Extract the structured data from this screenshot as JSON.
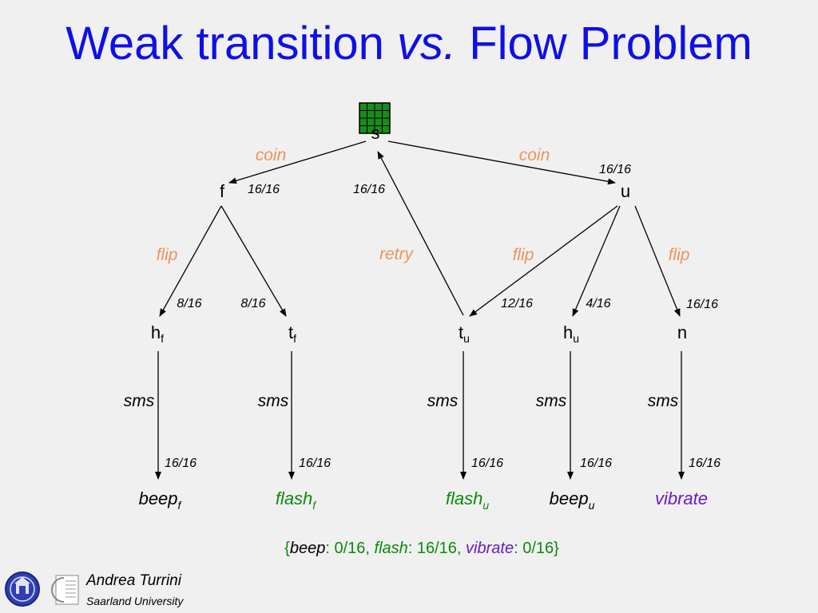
{
  "title": {
    "part1": "Weak transition ",
    "part2": "vs.",
    "part3": " Flow Problem"
  },
  "colors": {
    "title": "#0f0fe8",
    "action": "#f0925a",
    "flash": "#0a8a0a",
    "vibrate": "#6a1bbf",
    "start_marker": "#1a8c1a"
  },
  "nodes": {
    "s": "s",
    "f": "f",
    "u": "u",
    "hf_base": "h",
    "hf_sub": "f",
    "tf_base": "t",
    "tf_sub": "f",
    "tu_base": "t",
    "tu_sub": "u",
    "hu_base": "h",
    "hu_sub": "u",
    "n": "n",
    "beepf_base": "beep",
    "beepf_sub": "f",
    "flashf_base": "flash",
    "flashf_sub": "f",
    "flashu_base": "flash",
    "flashu_sub": "u",
    "beepu_base": "beep",
    "beepu_sub": "u",
    "vibrate": "vibrate"
  },
  "actions": {
    "coin_left": "coin",
    "coin_right": "coin",
    "flip_f": "flip",
    "retry": "retry",
    "flip_u_mid": "flip",
    "flip_u_right": "flip",
    "sms_hf": "sms",
    "sms_tf": "sms",
    "sms_tu": "sms",
    "sms_hu": "sms",
    "sms_n": "sms"
  },
  "flows": {
    "s_f": "16/16",
    "s_u": "16/16",
    "tu_s": "16/16",
    "f_hf": "8/16",
    "f_tf": "8/16",
    "u_tu": "12/16",
    "u_hu": "4/16",
    "u_n": "16/16",
    "hf_beepf": "16/16",
    "tf_flashf": "16/16",
    "tu_flashu": "16/16",
    "hu_beepu": "16/16",
    "n_vibrate": "16/16"
  },
  "summary": {
    "open": "{",
    "beep_label": "beep",
    "beep_value": ": 0/16, ",
    "flash_label": "flash",
    "flash_value": ": 16/16, ",
    "vibrate_label": "vibrate",
    "vibrate_value": ": 0/16",
    "close": "}"
  },
  "footer": {
    "author": "Andrea Turrini",
    "affiliation": "Saarland University"
  }
}
